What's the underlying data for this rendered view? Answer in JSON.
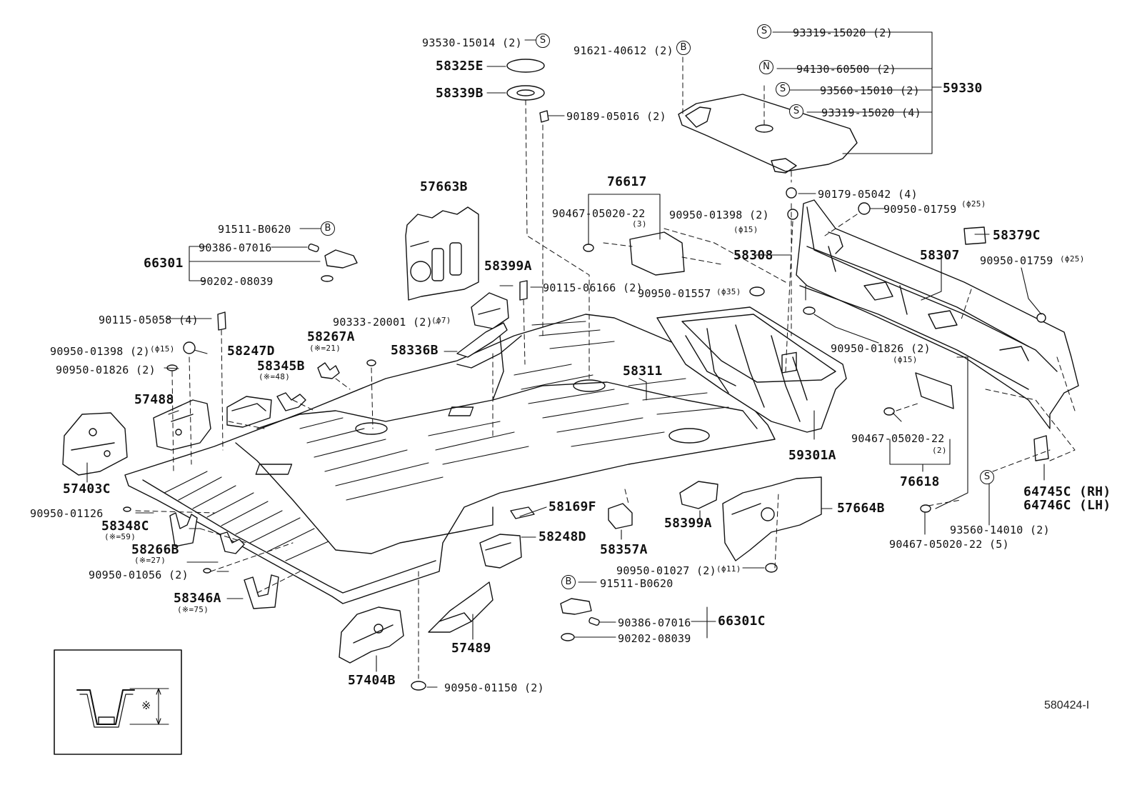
{
  "diagram_ref": "580424-I",
  "inset": {
    "note_mark": "※"
  },
  "badges": {
    "S": "S",
    "N": "N",
    "B": "B"
  },
  "labels": {
    "p93530": "93530-15014 (2)",
    "p58325E": "58325E",
    "p58339B": "58339B",
    "p90189": "90189-05016 (2)",
    "p91621": "91621-40612 (2)",
    "p93319a": "93319-15020 (2)",
    "p94130": "94130-60500 (2)",
    "p93560a": "93560-15010 (2)",
    "p59330": "59330",
    "p93319b": "93319-15020 (4)",
    "p90179": "90179-05042 (4)",
    "p90950_01398b": "90950-01398 (2)",
    "phi15a": "(ϕ15)",
    "p90950_01759a": "90950-01759",
    "phi25a": "(ϕ25)",
    "p76617": "76617",
    "p90467_a": "90467-05020-22",
    "p90467_a_qty": "(3)",
    "p57663B": "57663B",
    "p91511a": "91511-B0620",
    "p90386a": "90386-07016",
    "p66301": "66301",
    "p90202a": "90202-08039",
    "p58399A_a": "58399A",
    "p90115_06166": "90115-06166 (2)",
    "p58308": "58308",
    "p58379C": "58379C",
    "p58307": "58307",
    "p90950_01759b": "90950-01759",
    "phi25b": "(ϕ25)",
    "p90950_01557": "90950-01557",
    "phi35": "(ϕ35)",
    "p90115_05058": "90115-05058 (4)",
    "p90333": "90333-20001 (2)",
    "phi7": "(ϕ7)",
    "p58267A": "58267A",
    "p58267A_note": "(※=21)",
    "p58336B": "58336B",
    "p90950_01398a": "90950-01398 (2)",
    "phi15b": "(ϕ15)",
    "p58247D": "58247D",
    "p90950_01826a": "90950-01826 (2)",
    "p58345B": "58345B",
    "p58345B_note": "(※=48)",
    "p58311": "58311",
    "p90950_01826b": "90950-01826 (2)",
    "phi15c": "(ϕ15)",
    "p57488": "57488",
    "p57403C": "57403C",
    "p59301A": "59301A",
    "p90467_b": "90467-05020-22",
    "p90467_b_qty": "(2)",
    "p76618": "76618",
    "p64745C": "64745C (RH)",
    "p64746C": "64746C (LH)",
    "p90950_01126": "90950-01126",
    "p58348C": "58348C",
    "p58348C_note": "(※=59)",
    "p58266B": "58266B",
    "p58266B_note": "(※=27)",
    "p58169F": "58169F",
    "p58357A": "58357A",
    "p58399A_b": "58399A",
    "p57664B": "57664B",
    "p93560b": "93560-14010 (2)",
    "p90467_c": "90467-05020-22 (5)",
    "p58248D": "58248D",
    "p90950_01056": "90950-01056 (2)",
    "p90950_01027": "90950-01027 (2)",
    "phi11": "(ϕ11)",
    "p91511b": "91511-B0620",
    "p58346A": "58346A",
    "p58346A_note": "(※=75)",
    "p90386b": "90386-07016",
    "p66301C": "66301C",
    "p90202b": "90202-08039",
    "p57489": "57489",
    "p57404B": "57404B",
    "p90950_01150": "90950-01150 (2)"
  }
}
